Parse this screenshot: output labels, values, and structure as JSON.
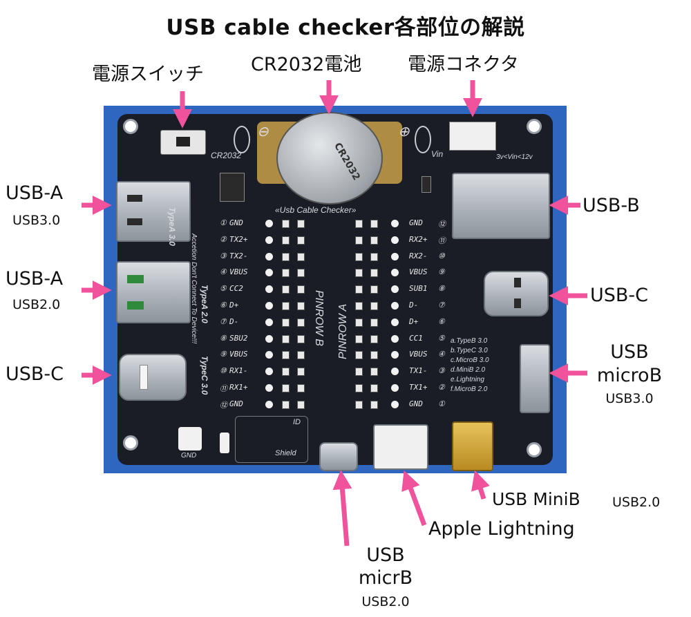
{
  "title": "USB cable checker各部位の解説",
  "labels": {
    "power_switch": "電源スイッチ",
    "battery": "CR2032電池",
    "power_connector": "電源コネクタ",
    "usb_a_30": "USB-A",
    "usb_a_30_sub": "USB3.0",
    "usb_a_20": "USB-A",
    "usb_a_20_sub": "USB2.0",
    "usb_c_left": "USB-C",
    "usb_b": "USB-B",
    "usb_c_right": "USB-C",
    "usb_microb_line1": "USB",
    "usb_microb_line2": "microB",
    "usb_microb_sub": "USB3.0",
    "usb_minib": "USB MiniB",
    "usb_minib_sub": "USB2.0",
    "lightning": "Apple Lightning",
    "usb_micrb_line1": "USB",
    "usb_micrb_line2": "micrB",
    "usb_micrb_sub": "USB2.0"
  },
  "board": {
    "battery_marking": "CR2032",
    "header": "«Usb Cable Checker»",
    "pinrow_b": "PINROW B",
    "pinrow_a": "PINROW A",
    "vin": "Vin",
    "vin_range": "3v<Vin<12v",
    "cr2032_silk": "CR2032",
    "minus": "⊖",
    "plus": "⊕",
    "left_pins": [
      "GND",
      "TX2+",
      "TX2-",
      "VBUS",
      "CC2",
      "D+",
      "D-",
      "SBU2",
      "VBUS",
      "RX1-",
      "RX1+",
      "GND"
    ],
    "left_nums": [
      "①",
      "②",
      "③",
      "④",
      "⑤",
      "⑥",
      "⑦",
      "⑧",
      "⑨",
      "⑩",
      "⑪",
      "⑫"
    ],
    "right_pins": [
      "GND",
      "RX2+",
      "RX2-",
      "VBUS",
      "SUB1",
      "D-",
      "D+",
      "CC1",
      "VBUS",
      "TX1-",
      "TX1+",
      "GND"
    ],
    "right_nums": [
      "⑫",
      "⑪",
      "⑩",
      "⑨",
      "⑧",
      "⑦",
      "⑥",
      "⑤",
      "④",
      "③",
      "②",
      "①"
    ],
    "legend": [
      "a.TypeB 3.0",
      "b.TypeC 3.0",
      "c.MicroB 3.0",
      "d.MiniB 2.0",
      "e.Lightning",
      "f.MicroB 2.0"
    ],
    "side_text_1": "TypeA 3.0",
    "side_text_2": "TypeA 2.0",
    "side_text_3": "TypeC 3.0",
    "side_caution": "Accetion Don't Connect To Device!!!",
    "id_label": "ID",
    "shield_label": "Shield",
    "gnd_label": "GND"
  },
  "colors": {
    "arrow": "#f0529c",
    "board": "#1b1d26",
    "backdrop": "#2f66c0"
  }
}
